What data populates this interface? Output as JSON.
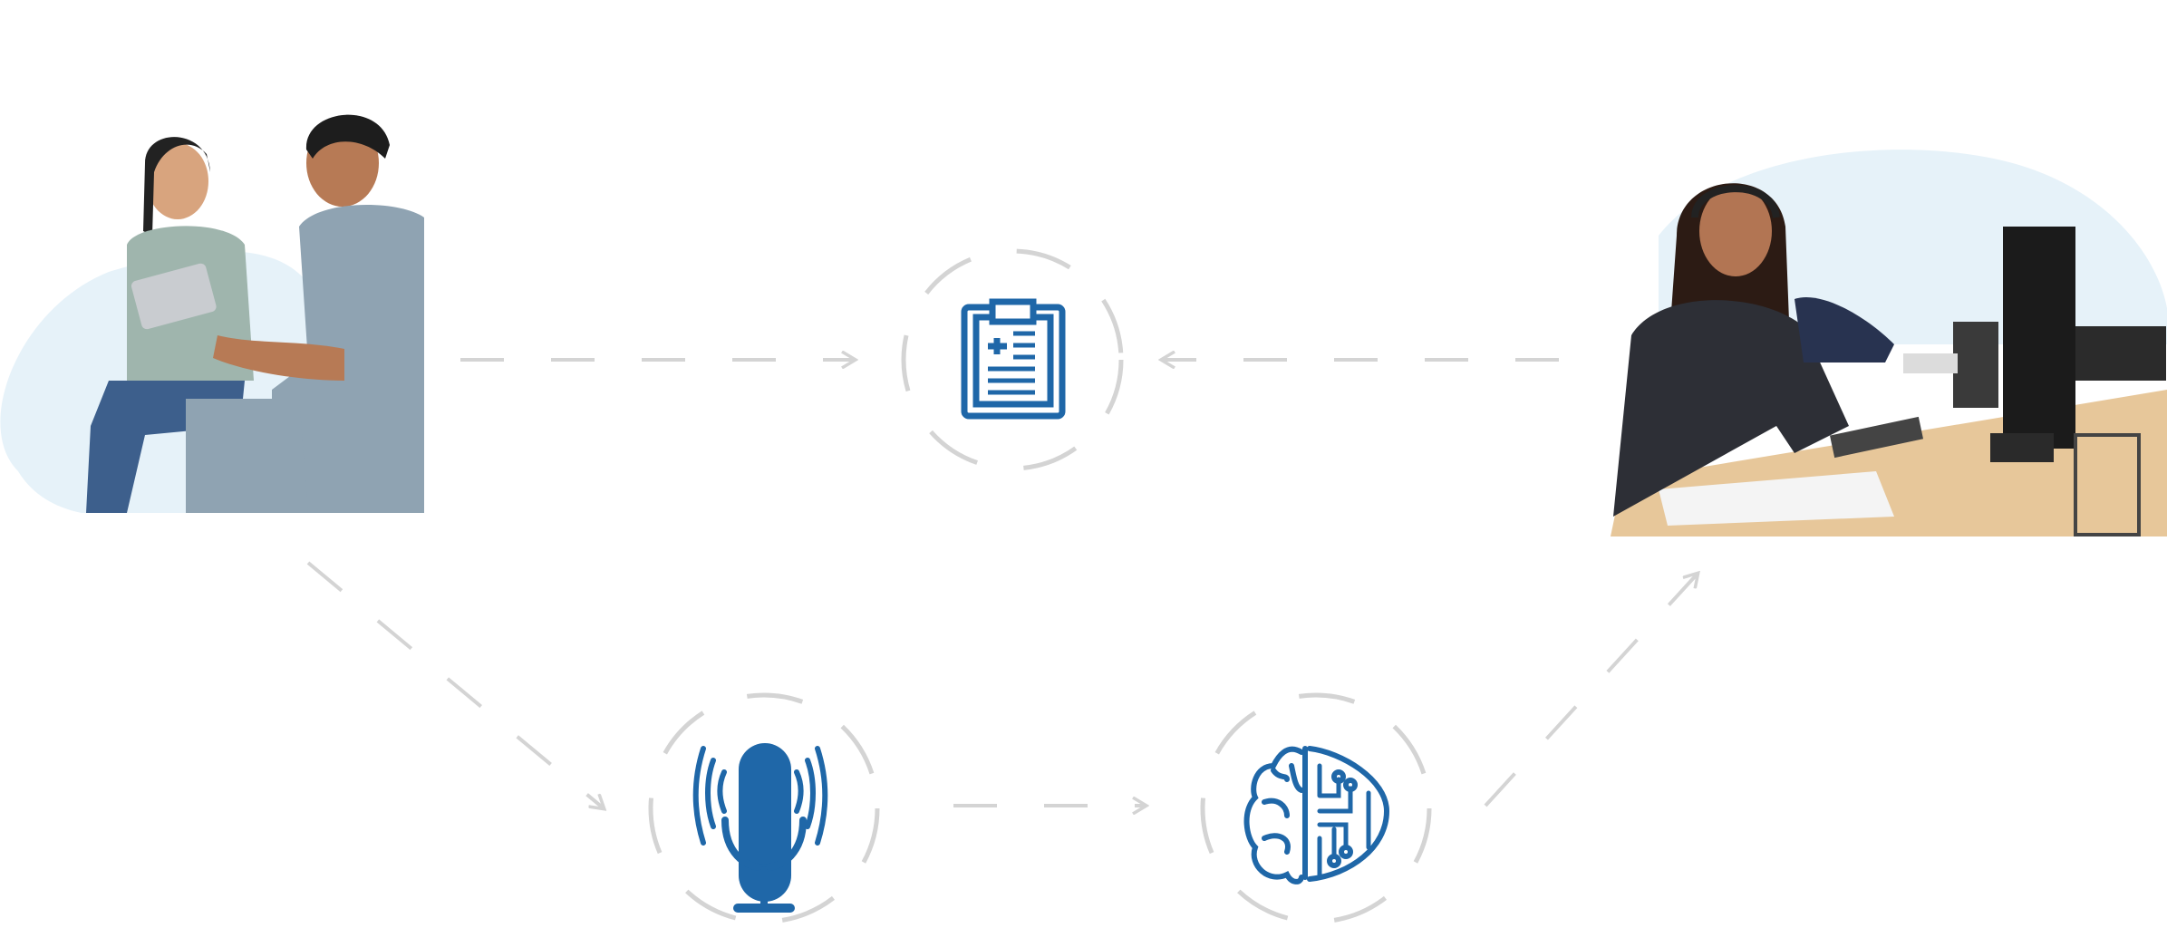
{
  "colors": {
    "icon": "#1f67a8",
    "dash": "#d4d4d4",
    "blob": "#e6f2f9",
    "background": "#ffffff"
  },
  "nodes": [
    {
      "id": "patient-consultation",
      "icon": "photo-patient-and-clinician"
    },
    {
      "id": "clinical-record",
      "icon": "clipboard-medical-icon"
    },
    {
      "id": "agent-desk",
      "icon": "photo-call-center-agent"
    },
    {
      "id": "voice-capture",
      "icon": "microphone-icon"
    },
    {
      "id": "ai-processing",
      "icon": "brain-circuit-icon"
    }
  ],
  "edges": [
    {
      "from": "patient-consultation",
      "to": "clinical-record"
    },
    {
      "from": "agent-desk",
      "to": "clinical-record"
    },
    {
      "from": "patient-consultation",
      "to": "voice-capture"
    },
    {
      "from": "voice-capture",
      "to": "ai-processing"
    },
    {
      "from": "ai-processing",
      "to": "agent-desk"
    }
  ]
}
